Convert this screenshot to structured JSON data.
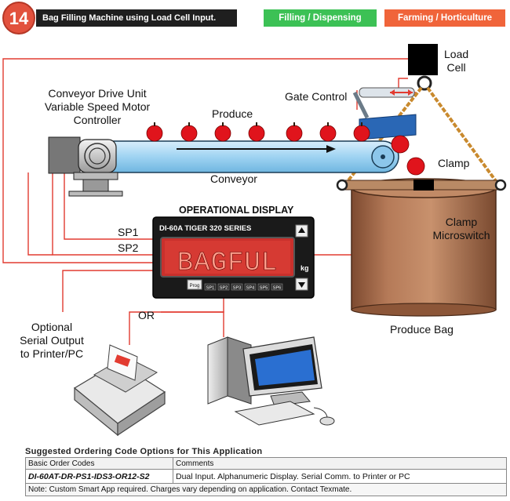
{
  "header": {
    "number": "14",
    "title": "Bag Filling Machine using Load Cell Input.",
    "tags": [
      "Filling / Dispensing",
      "Farming / Horticulture"
    ]
  },
  "labels": {
    "load_cell": "Load\nCell",
    "conveyor_drive": "Conveyor Drive Unit\nVariable Speed Motor\nController",
    "gate_control": "Gate Control",
    "produce": "Produce",
    "conveyor": "Conveyor",
    "clamp": "Clamp",
    "clamp_microswitch": "Clamp\nMicroswitch",
    "sp1": "SP1",
    "sp2": "SP2",
    "or": "OR",
    "serial_output": "Optional\nSerial Output\nto Printer/PC",
    "produce_bag": "Produce Bag"
  },
  "display": {
    "heading": "OPERATIONAL DISPLAY",
    "model": "DI-60A TIGER 320 SERIES",
    "readout": "BAGFUL",
    "unit": "kg",
    "prog": "Prog",
    "setpoints": [
      "SP1",
      "SP2",
      "SP3",
      "SP4",
      "SP5",
      "SP6"
    ]
  },
  "ordering": {
    "title": "Suggested Ordering Code Options for This Application",
    "col_code": "Basic Order Codes",
    "col_comment": "Comments",
    "code": "DI-60AT-DR-PS1-IDS3-OR12-S2",
    "comment": "Dual Input. Alphanumeric Display. Serial Comm. to Printer or PC",
    "note": "Note: Custom Smart App required. Charges vary depending on application. Contact Texmate."
  },
  "colors": {
    "wire": "#e23b30",
    "conveyor": "#9fd3f2",
    "bag": "#a86a4a",
    "rope": "#c98a2e",
    "apple": "#e0141c",
    "tag_green": "#3cc155",
    "tag_orange": "#f0643a"
  }
}
